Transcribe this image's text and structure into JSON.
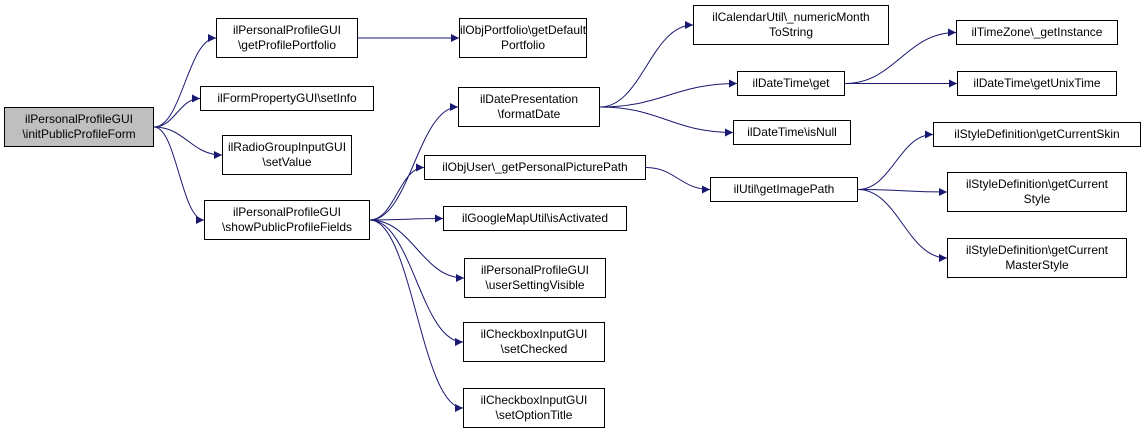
{
  "colors": {
    "edge": "#191970",
    "node_border": "#000000",
    "root_fill": "#bfbfbf",
    "node_fill": "#ffffff"
  },
  "nodes": {
    "root": {
      "label": "ilPersonalProfileGUI\n\\initPublicProfileForm"
    },
    "getProfilePortfolio": {
      "label": "ilPersonalProfileGUI\n\\getProfilePortfolio"
    },
    "formSetInfo": {
      "label": "ilFormPropertyGUI\\setInfo"
    },
    "radioSetValue": {
      "label": "ilRadioGroupInputGUI\n\\setValue"
    },
    "showPublicProfileFields": {
      "label": "ilPersonalProfileGUI\n\\showPublicProfileFields"
    },
    "getDefaultPortfolio": {
      "label": "ilObjPortfolio\\getDefault\nPortfolio"
    },
    "formatDate": {
      "label": "ilDatePresentation\n\\formatDate"
    },
    "getPersonalPicturePath": {
      "label": "ilObjUser\\_getPersonalPicturePath"
    },
    "isActivated": {
      "label": "ilGoogleMapUtil\\isActivated"
    },
    "userSettingVisible": {
      "label": "ilPersonalProfileGUI\n\\userSettingVisible"
    },
    "setChecked": {
      "label": "ilCheckboxInputGUI\n\\setChecked"
    },
    "setOptionTitle": {
      "label": "ilCheckboxInputGUI\n\\setOptionTitle"
    },
    "numericMonth": {
      "label": "ilCalendarUtil\\_numericMonth\nToString"
    },
    "dateTimeGet": {
      "label": "ilDateTime\\get"
    },
    "isNull": {
      "label": "ilDateTime\\isNull"
    },
    "getImagePath": {
      "label": "ilUtil\\getImagePath"
    },
    "tzGetInstance": {
      "label": "ilTimeZone\\_getInstance"
    },
    "getUnixTime": {
      "label": "ilDateTime\\getUnixTime"
    },
    "getCurrentSkin": {
      "label": "ilStyleDefinition\\getCurrentSkin"
    },
    "getCurrentStyle": {
      "label": "ilStyleDefinition\\getCurrent\nStyle"
    },
    "getCurrentMasterStyle": {
      "label": "ilStyleDefinition\\getCurrent\nMasterStyle"
    }
  },
  "edges": [
    [
      "root",
      "getProfilePortfolio"
    ],
    [
      "root",
      "formSetInfo"
    ],
    [
      "root",
      "radioSetValue"
    ],
    [
      "root",
      "showPublicProfileFields"
    ],
    [
      "getProfilePortfolio",
      "getDefaultPortfolio"
    ],
    [
      "showPublicProfileFields",
      "formatDate"
    ],
    [
      "showPublicProfileFields",
      "getPersonalPicturePath"
    ],
    [
      "showPublicProfileFields",
      "isActivated"
    ],
    [
      "showPublicProfileFields",
      "userSettingVisible"
    ],
    [
      "showPublicProfileFields",
      "setChecked"
    ],
    [
      "showPublicProfileFields",
      "setOptionTitle"
    ],
    [
      "formatDate",
      "numericMonth"
    ],
    [
      "formatDate",
      "dateTimeGet"
    ],
    [
      "formatDate",
      "isNull"
    ],
    [
      "dateTimeGet",
      "tzGetInstance"
    ],
    [
      "dateTimeGet",
      "getUnixTime"
    ],
    [
      "getPersonalPicturePath",
      "getImagePath"
    ],
    [
      "getImagePath",
      "getCurrentSkin"
    ],
    [
      "getImagePath",
      "getCurrentStyle"
    ],
    [
      "getImagePath",
      "getCurrentMasterStyle"
    ]
  ]
}
